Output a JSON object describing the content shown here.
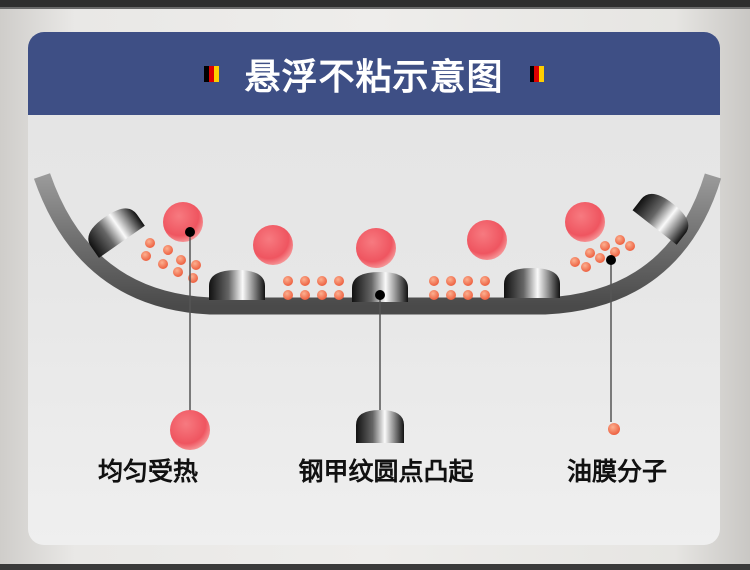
{
  "header": {
    "title": "悬浮不粘示意图"
  },
  "labels": {
    "even_heating": "均匀受热",
    "steel_dots": "钢甲纹圆点凸起",
    "oil_film": "油膜分子"
  },
  "colors": {
    "header_bg": "#3e4f85",
    "flag": [
      "#000000",
      "#dd0000",
      "#ffce00"
    ],
    "food": "#f0606a",
    "oil": "#f07a50"
  }
}
